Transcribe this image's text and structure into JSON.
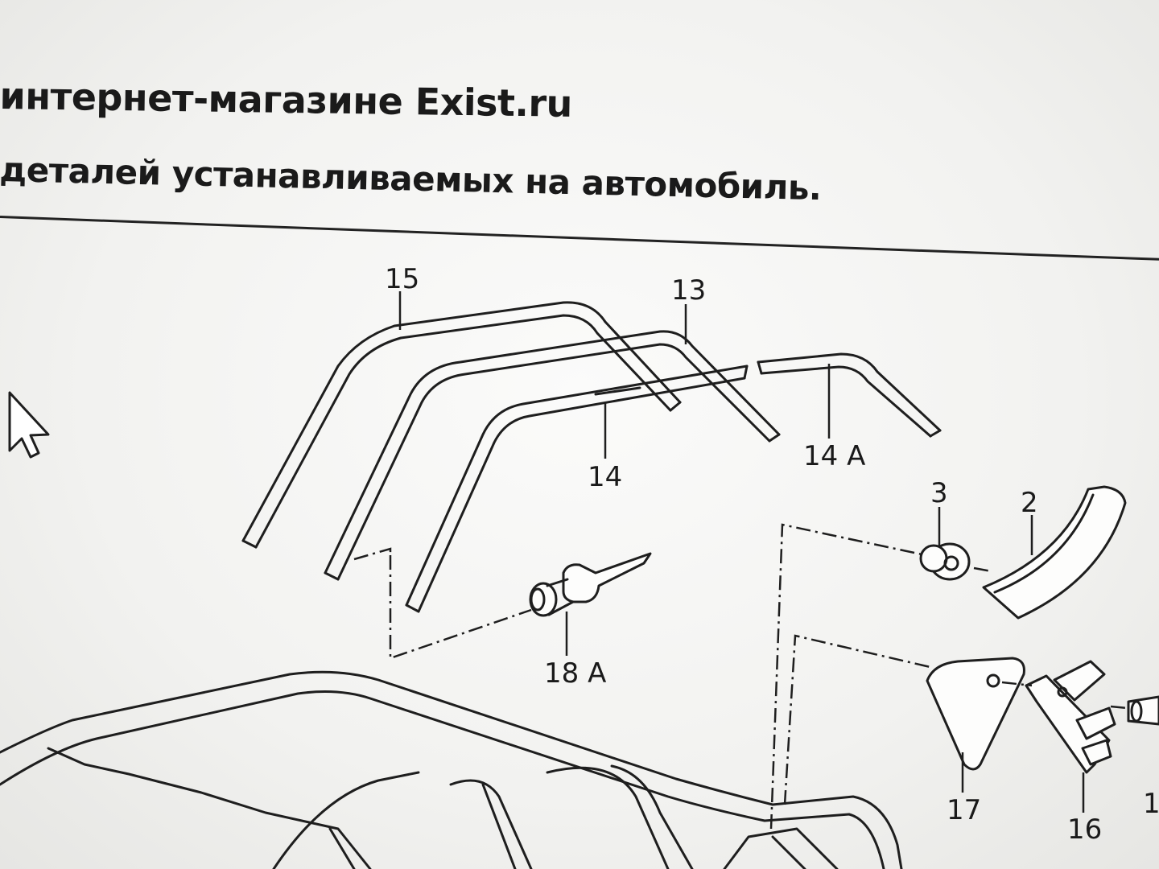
{
  "header": {
    "line1": "интернет-магазине Exist.ru",
    "line2": "деталей устанавливаемых на автомобиль."
  },
  "diagram": {
    "callouts": {
      "p15": "15",
      "p13": "13",
      "p14": "14",
      "p14a": "14 A",
      "p3": "3",
      "p2": "2",
      "p18a": "18 A",
      "p17": "17",
      "p16": "16",
      "p1": "1"
    }
  }
}
